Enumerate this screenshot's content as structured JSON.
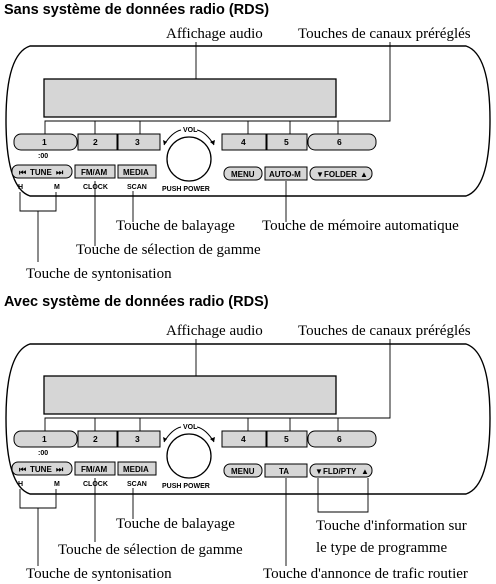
{
  "section1": {
    "heading": "Sans système de données radio (RDS)",
    "callouts": {
      "display": "Affichage audio",
      "presets": "Touches de canaux préréglés",
      "scan": "Touche de balayage",
      "automem": "Touche de mémoire automatique",
      "band": "Touche de sélection de gamme",
      "tune": "Touche de syntonisation"
    },
    "buttons": {
      "tune": "TUNE",
      "fmam": "FM/AM",
      "media": "MEDIA",
      "menu": "MENU",
      "right2": "AUTO-M",
      "right3": "FOLDER"
    }
  },
  "section2": {
    "heading": "Avec système de données radio (RDS)",
    "callouts": {
      "display": "Affichage audio",
      "presets": "Touches de canaux préréglés",
      "scan": "Touche de balayage",
      "band": "Touche de sélection de gamme",
      "tune": "Touche de syntonisation",
      "pty1": "Touche d'information sur",
      "pty2": "le type de programme",
      "ta": "Touche d'annonce de trafic routier"
    },
    "buttons": {
      "tune": "TUNE",
      "fmam": "FM/AM",
      "media": "MEDIA",
      "menu": "MENU",
      "right2": "TA",
      "right3": "FLD/PTY"
    }
  },
  "common": {
    "presets": [
      "1",
      "2",
      "3",
      "4",
      "5",
      "6"
    ],
    "time_label": ":00",
    "vol_label": "VOL",
    "push_power": "PUSH POWER",
    "h_label": "H",
    "m_label": "M",
    "clock_label": "CLOCK",
    "scan_label": "SCAN"
  }
}
